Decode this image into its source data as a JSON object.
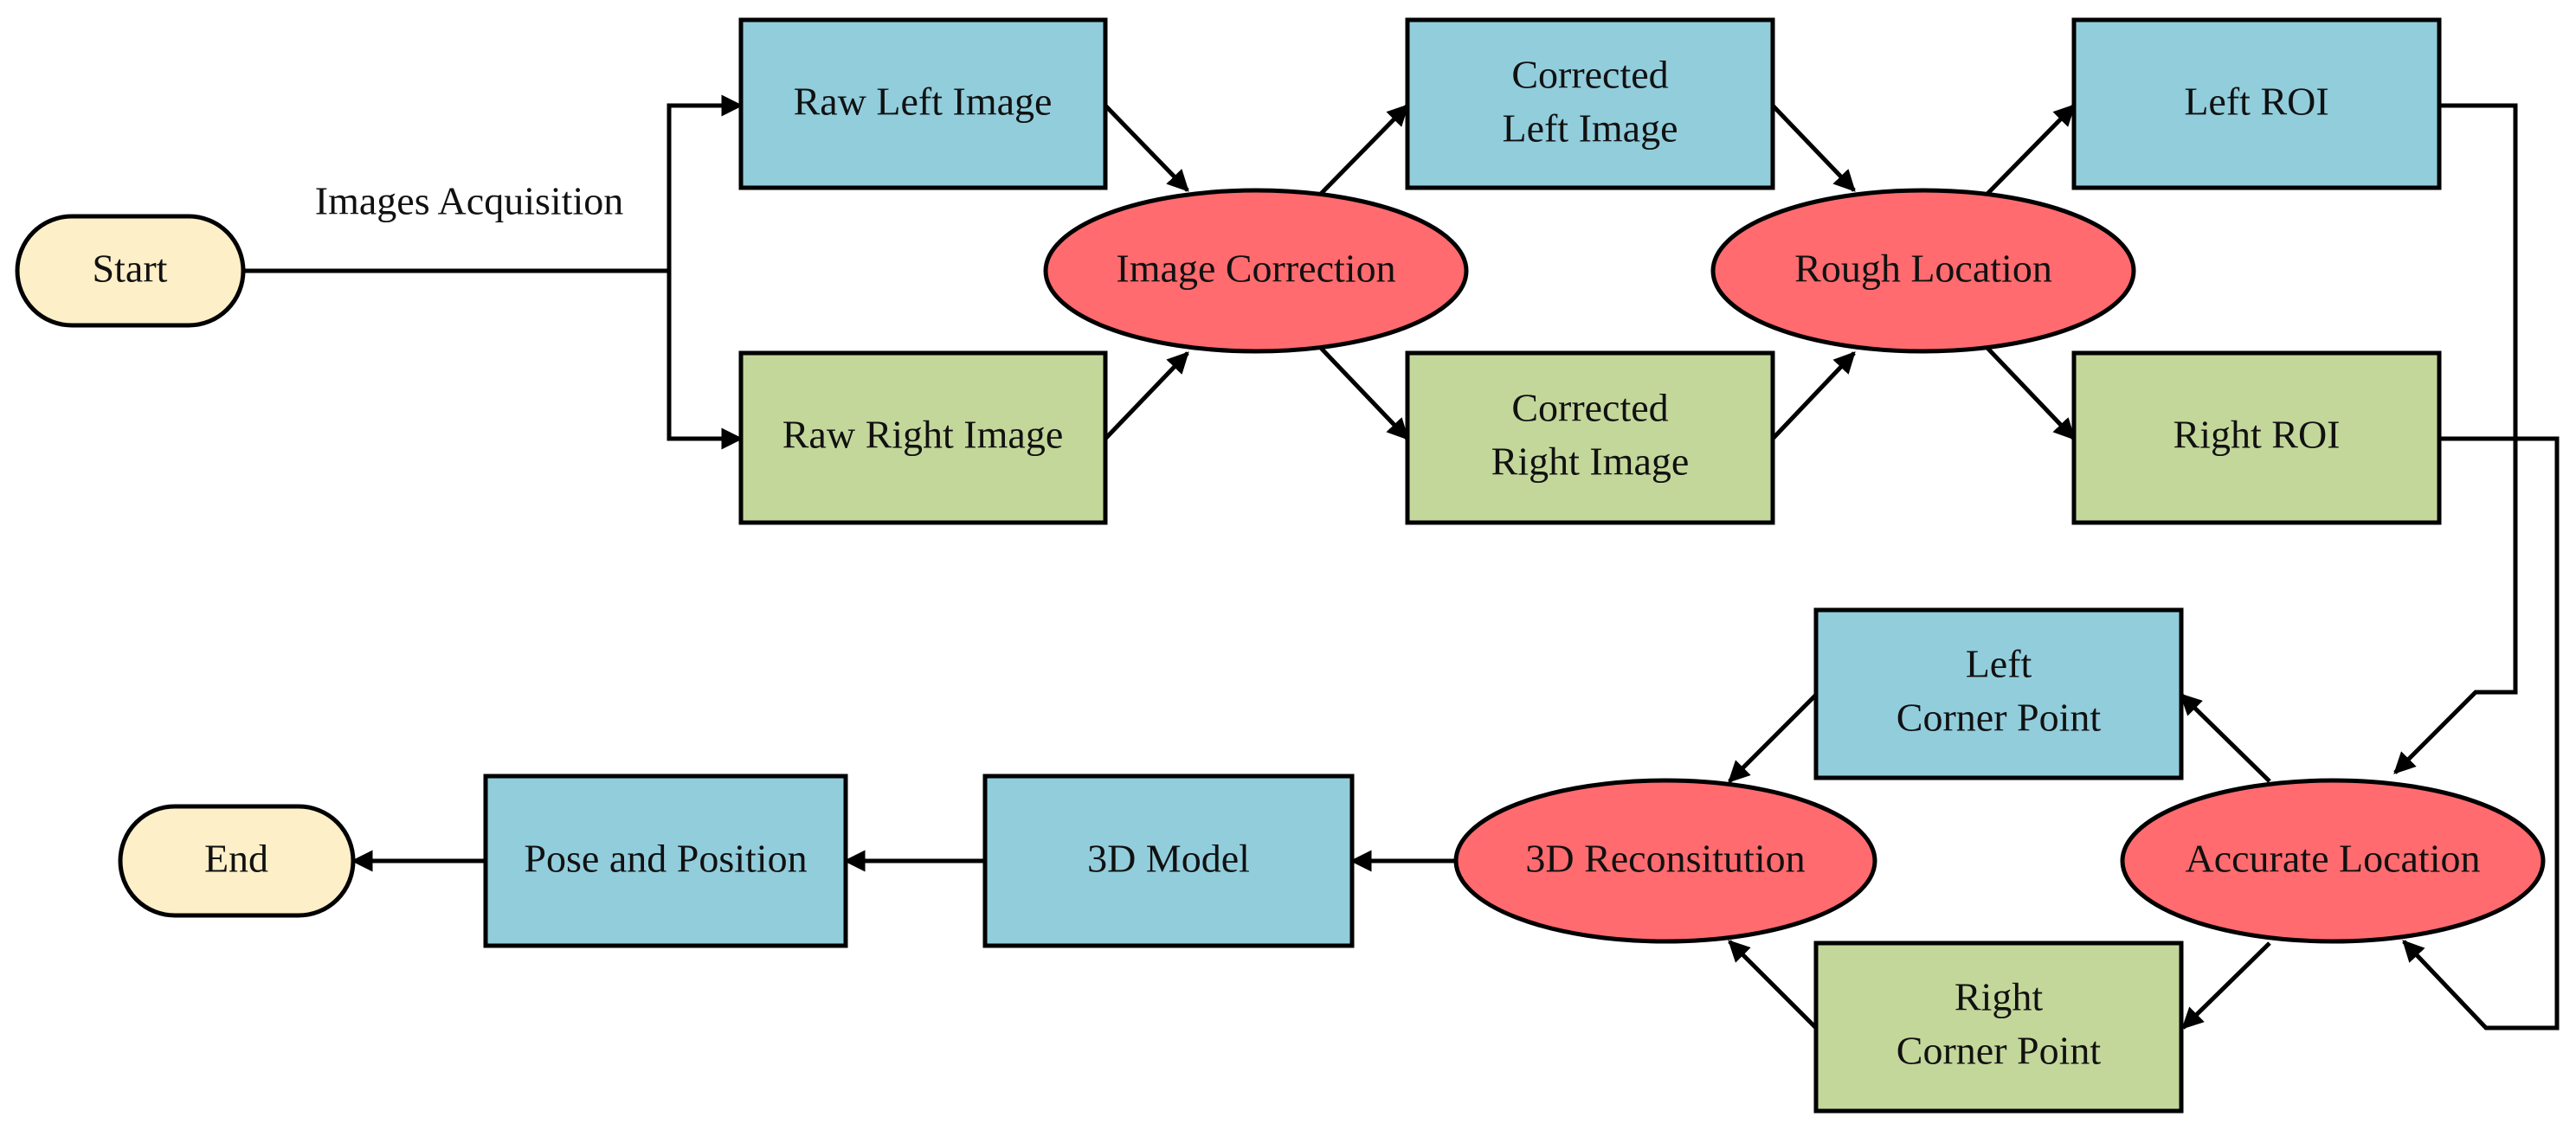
{
  "diagram": {
    "start_label": "Start",
    "end_label": "End",
    "acquisition_label": "Images Acquisition",
    "raw_left": "Raw Left Image",
    "raw_right": "Raw Right Image",
    "image_correction": "Image Correction",
    "corrected_left": [
      "Corrected",
      "Left Image"
    ],
    "corrected_right": [
      "Corrected",
      "Right Image"
    ],
    "rough_location": "Rough Location",
    "left_roi": "Left ROI",
    "right_roi": "Right ROI",
    "accurate_location": "Accurate Location",
    "left_corner": [
      "Left",
      "Corner Point"
    ],
    "right_corner": [
      "Right",
      "Corner Point"
    ],
    "reconstitution": "3D Reconsitution",
    "model_3d": "3D Model",
    "pose_position": "Pose and Position"
  },
  "colors": {
    "blue_box": "#92cddc",
    "green_box": "#c4d79b",
    "red_ellipse": "#ff6b6f",
    "terminal": "#fdefc8"
  }
}
